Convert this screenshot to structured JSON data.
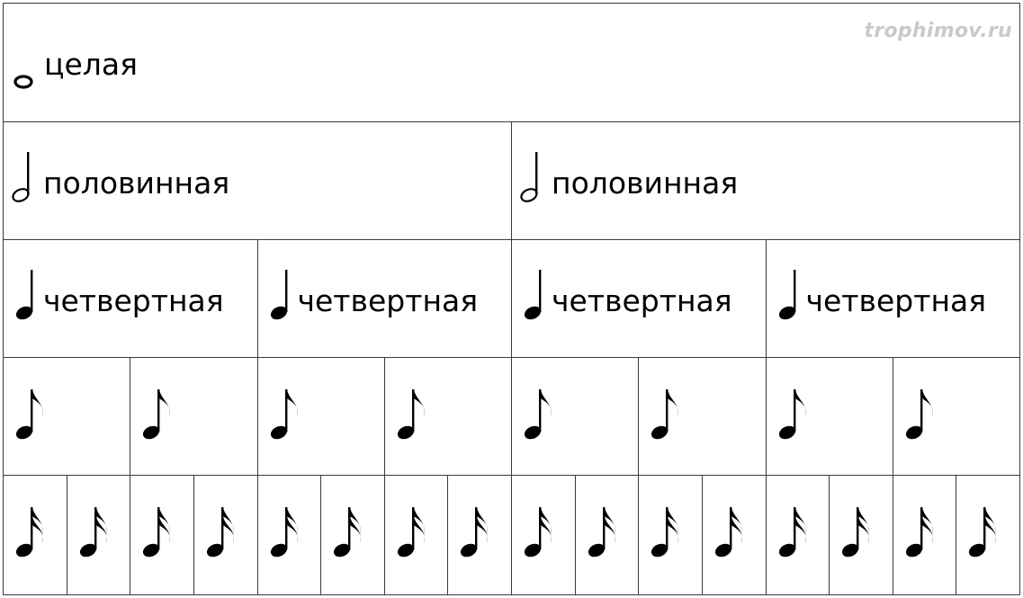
{
  "watermark": "trophimov.ru",
  "rows": [
    {
      "kind": "whole",
      "icon": "whole-note-icon",
      "cells": [
        "целая"
      ]
    },
    {
      "kind": "half",
      "icon": "half-note-icon",
      "cells": [
        "половинная",
        "половинная"
      ]
    },
    {
      "kind": "quarter",
      "icon": "quarter-note-icon",
      "cells": [
        "четвертная",
        "четвертная",
        "четвертная",
        "четвертная"
      ]
    },
    {
      "kind": "eighth",
      "icon": "eighth-note-icon",
      "count": 8
    },
    {
      "kind": "sixteenth",
      "icon": "sixteenth-note-icon",
      "count": 16
    }
  ]
}
